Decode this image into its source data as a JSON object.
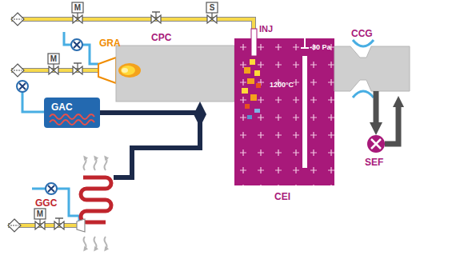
{
  "diagram": {
    "nodes": [
      {
        "text": [
          "GRA"
        ]
      },
      {
        "text": [
          "CPC"
        ]
      },
      {
        "text": [
          "CEI"
        ]
      },
      {
        "text": [
          "CCG"
        ]
      },
      {
        "text": [
          "GAC"
        ]
      },
      {
        "text": [
          "SEF"
        ]
      },
      {
        "text": [
          "GGC"
        ]
      }
    ],
    "edges": [
      {
        "from": 4,
        "to": 1,
        "arrow": "to"
      },
      {
        "from": 6,
        "to": 1,
        "arrow": "to"
      },
      {
        "from": 3,
        "to": 5,
        "arrow": "to"
      }
    ],
    "labels": [
      "M",
      "S",
      "M",
      "M",
      "INJ",
      "-30 Pa",
      "1200°C"
    ]
  }
}
